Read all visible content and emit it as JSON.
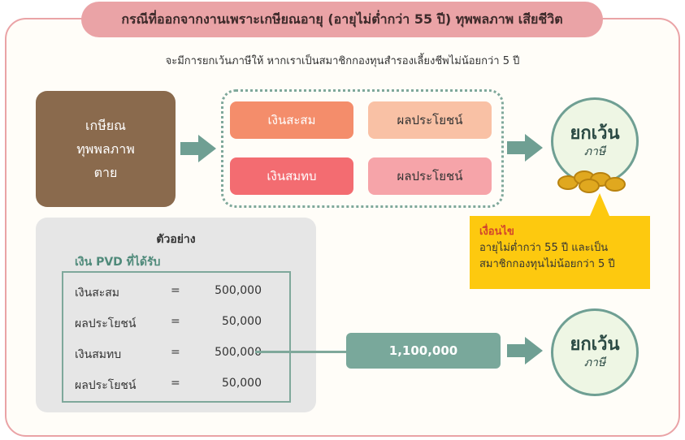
{
  "title": "กรณีที่ออกจากงานเพราะเกษียณอายุ (อายุไม่ต่ำกว่า 55 ปี) ทุพพลภาพ เสียชีวิต",
  "subtitle": "จะมีการยกเว้นภาษีให้ หากเราเป็นสมาชิกกองทุนสำรองเลี้ยงชีพไม่น้อยกว่า 5 ปี",
  "causes": {
    "line1": "เกษียณ",
    "line2": "ทุพพลภาพ",
    "line3": "ตาย"
  },
  "funds": {
    "employee_contribution": "เงินสะสม",
    "employee_benefit": "ผลประโยชน์",
    "employer_contribution": "เงินสมทบ",
    "employer_benefit": "ผลประโยชน์"
  },
  "tax_badge_top": {
    "line1": "ยกเว้น",
    "line2": "ภาษี"
  },
  "condition": {
    "title": "เงื่อนไข",
    "line1": "อายุไม่ต่ำกว่า 55 ปี และเป็น",
    "line2": "สมาชิกกองทุนไม่น้อยกว่า 5 ปี"
  },
  "example": {
    "title": "ตัวอย่าง",
    "subtitle": "เงิน PVD ที่ได้รับ",
    "rows": [
      {
        "label": "เงินสะสม",
        "eq": "=",
        "amount": "500,000"
      },
      {
        "label": "ผลประโยชน์",
        "eq": "=",
        "amount": "50,000"
      },
      {
        "label": "เงินสมทบ",
        "eq": "=",
        "amount": "500,000"
      },
      {
        "label": "ผลประโยชน์",
        "eq": "=",
        "amount": "50,000"
      }
    ]
  },
  "total": "1,100,000",
  "tax_badge_bottom": {
    "line1": "ยกเว้น",
    "line2": "ภาษี"
  },
  "colors": {
    "frame": "#eaa3a6",
    "cause_box": "#8a6a4d",
    "accent_green": "#6f9f93",
    "fund_1": "#f48d6b",
    "fund_2": "#f9c1a5",
    "fund_3": "#f36c71",
    "fund_4": "#f6a4a9",
    "condition_bg": "#fdc90f",
    "condition_title": "#d2452c"
  }
}
